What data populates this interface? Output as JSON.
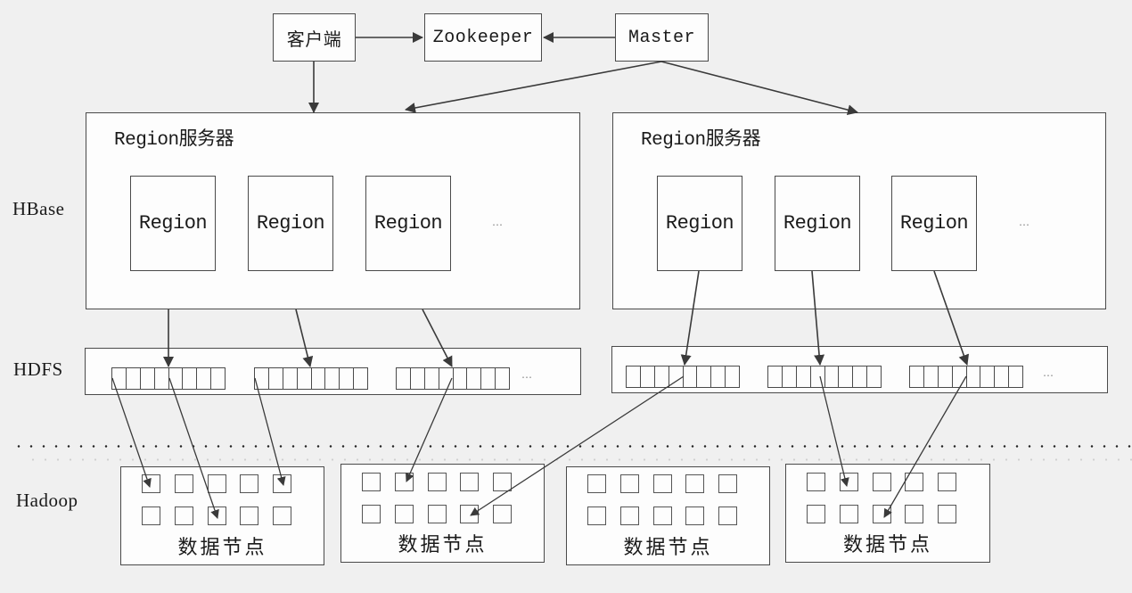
{
  "diagram": {
    "top_nodes": {
      "client": "客户端",
      "zookeeper": "Zookeeper",
      "master": "Master"
    },
    "layers": {
      "hbase": "HBase",
      "hdfs": "HDFS",
      "hadoop": "Hadoop"
    },
    "region_servers": [
      {
        "title": "Region服务器",
        "regions": [
          "Region",
          "Region",
          "Region"
        ],
        "more": "…"
      },
      {
        "title": "Region服务器",
        "regions": [
          "Region",
          "Region",
          "Region"
        ],
        "more": "…"
      }
    ],
    "hdfs_groups": [
      {
        "block_arrays": 3,
        "cells_per_array": 8,
        "more": "…"
      },
      {
        "block_arrays": 3,
        "cells_per_array": 8,
        "more": "…"
      }
    ],
    "data_nodes": [
      {
        "label": "数据节点",
        "blocks": 10
      },
      {
        "label": "数据节点",
        "blocks": 10
      },
      {
        "label": "数据节点",
        "blocks": 10
      },
      {
        "label": "数据节点",
        "blocks": 10
      }
    ],
    "edges": [
      {
        "from": "客户端",
        "to": "Zookeeper"
      },
      {
        "from": "Master",
        "to": "Zookeeper"
      },
      {
        "from": "客户端",
        "to": "Region服务器 1"
      },
      {
        "from": "Master",
        "to": "Region服务器 1"
      },
      {
        "from": "Master",
        "to": "Region服务器 2"
      },
      {
        "from": "Region 1.1",
        "to": "HDFS block array 1.1"
      },
      {
        "from": "Region 1.2",
        "to": "HDFS block array 1.2"
      },
      {
        "from": "Region 1.3",
        "to": "HDFS block array 1.3"
      },
      {
        "from": "Region 2.1",
        "to": "HDFS block array 2.1"
      },
      {
        "from": "Region 2.2",
        "to": "HDFS block array 2.2"
      },
      {
        "from": "Region 2.3",
        "to": "HDFS block array 2.3"
      },
      {
        "from": "HDFS block array 1.1",
        "to": "数据节点 1"
      },
      {
        "from": "HDFS block array 1.1",
        "to": "数据节点 1"
      },
      {
        "from": "HDFS block array 1.2",
        "to": "数据节点 1"
      },
      {
        "from": "HDFS block array 1.3",
        "to": "数据节点 2"
      },
      {
        "from": "HDFS block array 2.1",
        "to": "数据节点 2"
      },
      {
        "from": "HDFS block array 2.2",
        "to": "数据节点 4"
      },
      {
        "from": "HDFS block array 2.3",
        "to": "数据节点 4"
      }
    ],
    "colors": {
      "background": "#f0f0f0",
      "box_fill": "#fdfdfd",
      "stroke": "#4a4a4a"
    }
  }
}
